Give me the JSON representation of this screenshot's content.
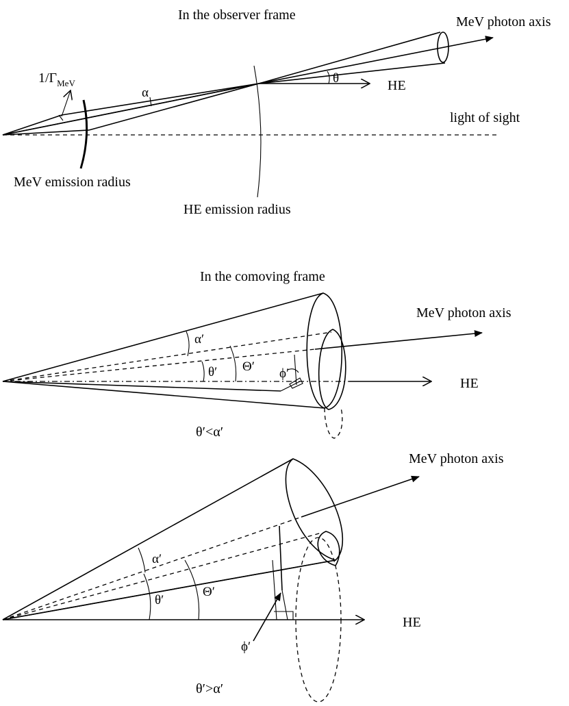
{
  "panel_observer": {
    "title": "In the observer frame",
    "mev_axis_label": "MeV photon axis",
    "he_label": "HE",
    "line_of_sight_label": "light of sight",
    "mev_radius_label": "MeV emission radius",
    "he_radius_label": "HE emission radius",
    "gamma_label_main": "1/Γ",
    "gamma_label_sub": "MeV",
    "alpha_label": "α",
    "theta_label": "θ"
  },
  "panel_comoving_1": {
    "title": "In the comoving frame",
    "mev_axis_label": "MeV photon axis",
    "he_label": "HE",
    "alpha_label": "α′",
    "theta_label": "θ′",
    "big_theta_label": "Θ′",
    "phi_label": "ϕ′",
    "condition": "θ′<α′"
  },
  "panel_comoving_2": {
    "mev_axis_label": "MeV photon axis",
    "he_label": "HE",
    "alpha_label": "α′",
    "theta_label": "θ′",
    "big_theta_label": "Θ′",
    "phi_label": "ϕ′",
    "condition": "θ′>α′"
  }
}
